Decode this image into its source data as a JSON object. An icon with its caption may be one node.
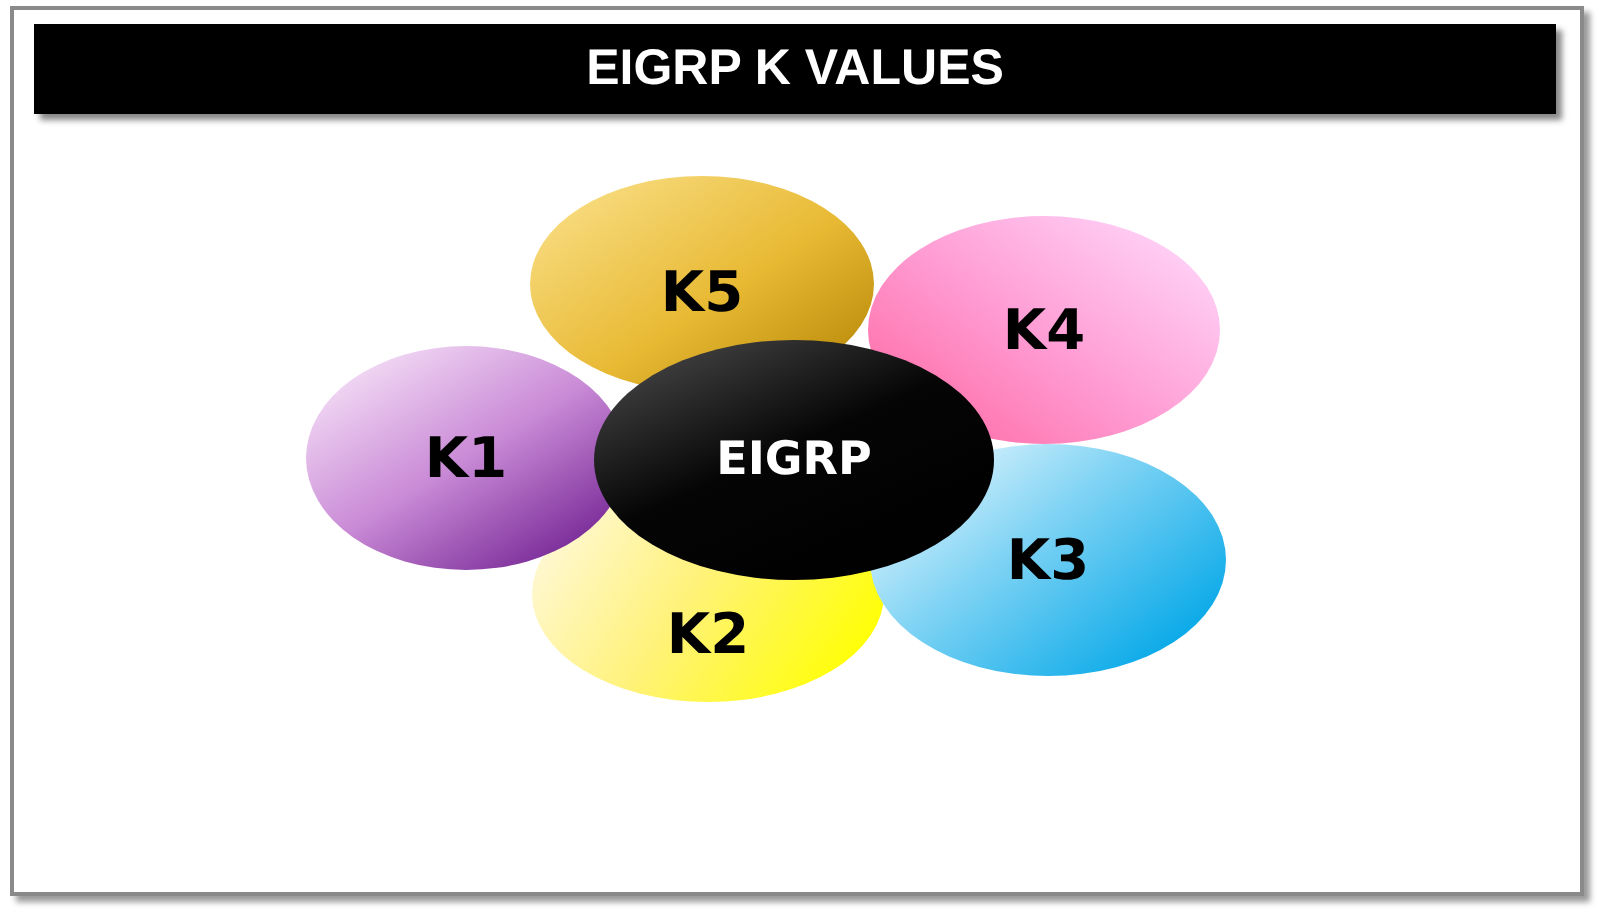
{
  "diagram": {
    "title": "EIGRP K VALUES",
    "nodes": [
      {
        "text": [
          "K5"
        ]
      },
      {
        "text": [
          "K4"
        ]
      },
      {
        "text": [
          "K1"
        ]
      },
      {
        "text": [
          "EIGRP"
        ]
      },
      {
        "text": [
          "K3"
        ]
      },
      {
        "text": [
          "K2"
        ]
      }
    ]
  }
}
